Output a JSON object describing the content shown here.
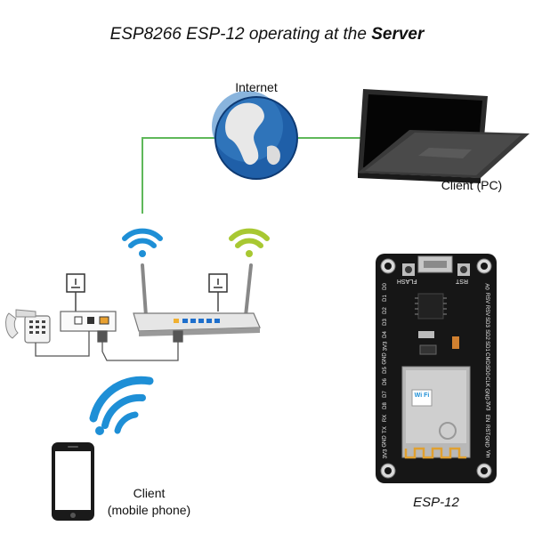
{
  "title": {
    "main": "ESP8266 ESP-12  operating at the ",
    "bold": "Server"
  },
  "labels": {
    "internet": "Internet",
    "client_pc": "Client (PC)",
    "client_mobile_line1": "Client",
    "client_mobile_line2": "(mobile phone)",
    "esp12": "ESP-12"
  },
  "board": {
    "left_pins": [
      "A0",
      "RSV",
      "RSV",
      "SD3",
      "SD2",
      "SD1",
      "CMD",
      "SD0",
      "CLK",
      "GND",
      "3V3",
      "EN",
      "RST",
      "GND",
      "Vin"
    ],
    "right_pins": [
      "D0",
      "D1",
      "D2",
      "D3",
      "D4",
      "3V3",
      "GND",
      "D5",
      "D6",
      "D7",
      "D8",
      "RX",
      "TX",
      "GND",
      "3V3"
    ],
    "button_left": "FLASH",
    "button_right": "RST",
    "module_text": "Wi Fi"
  },
  "colors": {
    "wire_green": "#5fb85a",
    "wifi_blue": "#1e8fd6",
    "wifi_green": "#a8c832",
    "board_black": "#161616",
    "globe_blue": "#1f5fa8"
  }
}
